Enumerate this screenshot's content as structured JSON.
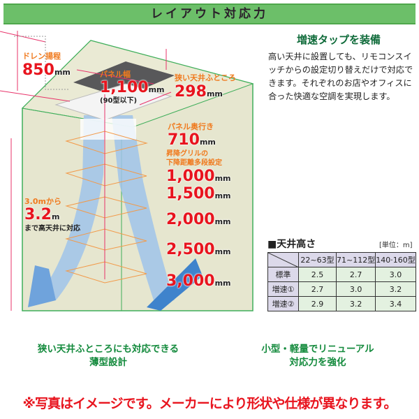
{
  "header": {
    "title": "レイアウト対応力"
  },
  "diagram": {
    "drain_label": "ドレン揚程",
    "drain_value": "850",
    "unit": "mm",
    "panel_width_label": "パネル幅",
    "panel_width_value": "1,100",
    "panel_width_note": "(90型以下)",
    "ceiling_space_label": "狭い天井ふところ",
    "ceiling_space_value": "298",
    "panel_depth_label": "パネル奥行き",
    "panel_depth_value": "710",
    "grille_label_1": "昇降グリルの",
    "grille_label_2": "下降距離多段設定",
    "grille_distances": [
      "1,000",
      "1,500",
      "2,000",
      "2,500",
      "3,000"
    ],
    "height_from": "3.0mから",
    "height_value": "3.2",
    "height_unit": "m",
    "height_note": "まで高天井に対応"
  },
  "feature": {
    "title": "増速タップを装備",
    "body": "高い天井に設置しても、リモコンスイッチからの設定切り替えだけで対応できます。それぞれのお店やオフィスに合った快適な空調を実現します。"
  },
  "table": {
    "title": "■天井高さ",
    "unit": "[単位：m]",
    "columns": [
      "22~63型",
      "71~112型",
      "140·160型"
    ],
    "rows": [
      {
        "label": "標準",
        "values": [
          "2.5",
          "2.7",
          "3.0"
        ]
      },
      {
        "label": "増速①",
        "values": [
          "2.7",
          "3.0",
          "3.2"
        ]
      },
      {
        "label": "増速②",
        "values": [
          "2.9",
          "3.2",
          "3.4"
        ]
      }
    ]
  },
  "bottom": {
    "left_1": "狭い天井ふところにも対応できる",
    "left_2": "薄型設計",
    "right_1": "小型・軽量でリニューアル",
    "right_2": "対応力を強化"
  },
  "note": "※写真はイメージです。メーカーにより形状や仕様が異なります。"
}
